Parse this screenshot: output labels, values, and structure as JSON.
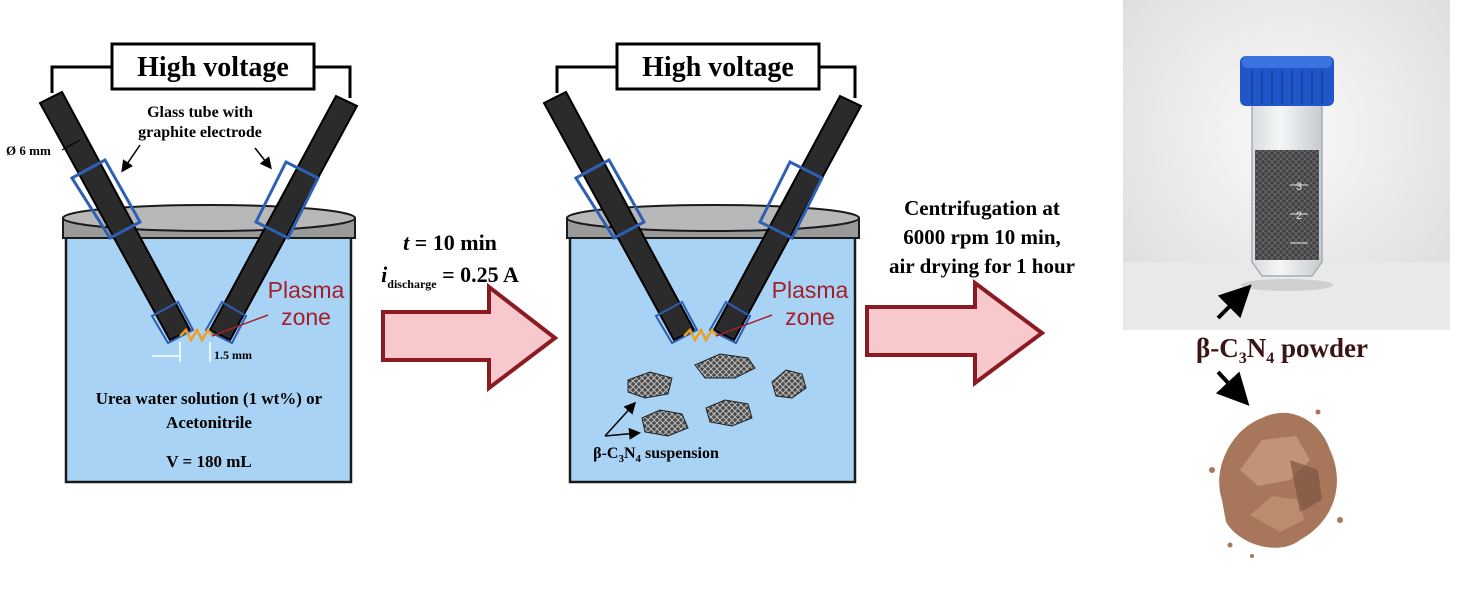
{
  "setup": {
    "high_voltage": "High voltage",
    "glass_tube_line1": "Glass tube with",
    "glass_tube_line2": "graphite electrode",
    "diameter": "Ø 6 mm",
    "gap": "1.5 mm",
    "plasma_line1": "Plasma",
    "plasma_line2": "zone",
    "solution_line1": "Urea water solution (1 wt%) or",
    "solution_line2": "Acetonitrile",
    "volume": "V = 180 mL"
  },
  "step1": {
    "t_symbol": "t",
    "t_value": " = 10 min",
    "i_symbol": "i",
    "i_subscript": "discharge",
    "i_value": " = 0.25 A"
  },
  "suspension": {
    "high_voltage": "High voltage",
    "plasma_line1": "Plasma",
    "plasma_line2": "zone",
    "label_prefix": "β-C",
    "label_sub1": "3",
    "label_mid": "N",
    "label_sub2": "4",
    "label_suffix": " suspension"
  },
  "step2": {
    "line1": "Centrifugation at",
    "line2": "6000 rpm 10 min,",
    "line3": "air drying for 1 hour"
  },
  "product": {
    "tube_marks": [
      "3",
      "2"
    ],
    "label_prefix": "β-C",
    "label_sub1": "3",
    "label_mid": "N",
    "label_sub2": "4",
    "label_suffix": " powder"
  },
  "colors": {
    "water": "#a9d3f5",
    "lid": "#a8a8a8",
    "electrode": "#2b2b2b",
    "glass_tube": "#2f5fb3",
    "plasma_text": "#a3202a",
    "arrow_fill": "#f8c9cc",
    "arrow_stroke": "#8b1a22",
    "cap_blue": "#1f56c9",
    "powder": "#a8765a"
  }
}
